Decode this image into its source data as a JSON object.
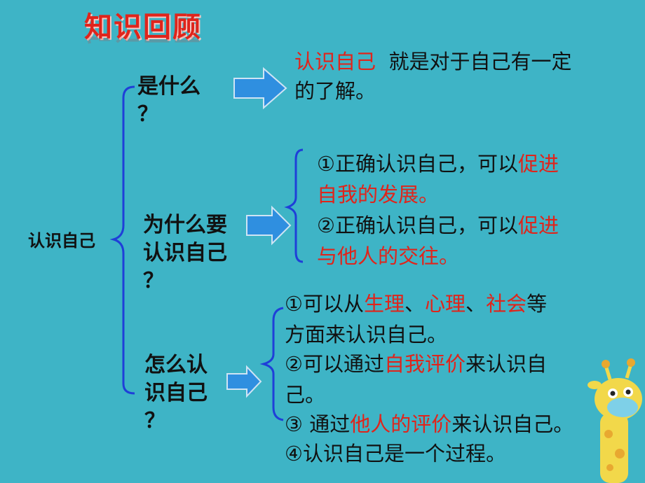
{
  "title": "知识回顾",
  "root": "认识自己",
  "sections": [
    {
      "question": [
        "是什么",
        "？"
      ]
    },
    {
      "question": [
        "为什么要",
        "认识自己",
        "？"
      ]
    },
    {
      "question": [
        "怎么认",
        "识自己",
        "？"
      ]
    }
  ],
  "what": {
    "red": "认识自己",
    "text1": "就是对于自己有一定",
    "text2": "的了解。"
  },
  "why": [
    {
      "l1_pre": "①正确认识自己，可以",
      "l1_red": "促进",
      "l2_red": "自我的发展。"
    },
    {
      "l1_pre": "②正确认识自己，可以",
      "l1_red": "促进",
      "l2_red": "与他人的交往。"
    }
  ],
  "how": {
    "i1_pre": "①可以从",
    "i1_r1": "生理",
    "i1_s1": "、",
    "i1_r2": "心理",
    "i1_s2": "、",
    "i1_r3": "社会",
    "i1_post": "等",
    "i1_l2": "方面来认识自己。",
    "i2_pre": "②可以通过",
    "i2_red": "自我评价",
    "i2_post": "来认识自",
    "i2_l2": "己。",
    "i3_pre": "③ 通过",
    "i3_red": "他人的评价",
    "i3_post": "来认识自己。",
    "i4": "④认识自己是一个过程。"
  },
  "colors": {
    "background": "#3eb4c6",
    "accent": "#e0241b",
    "bracket": "#1f3fd8",
    "arrow": "#2f8fe0"
  }
}
